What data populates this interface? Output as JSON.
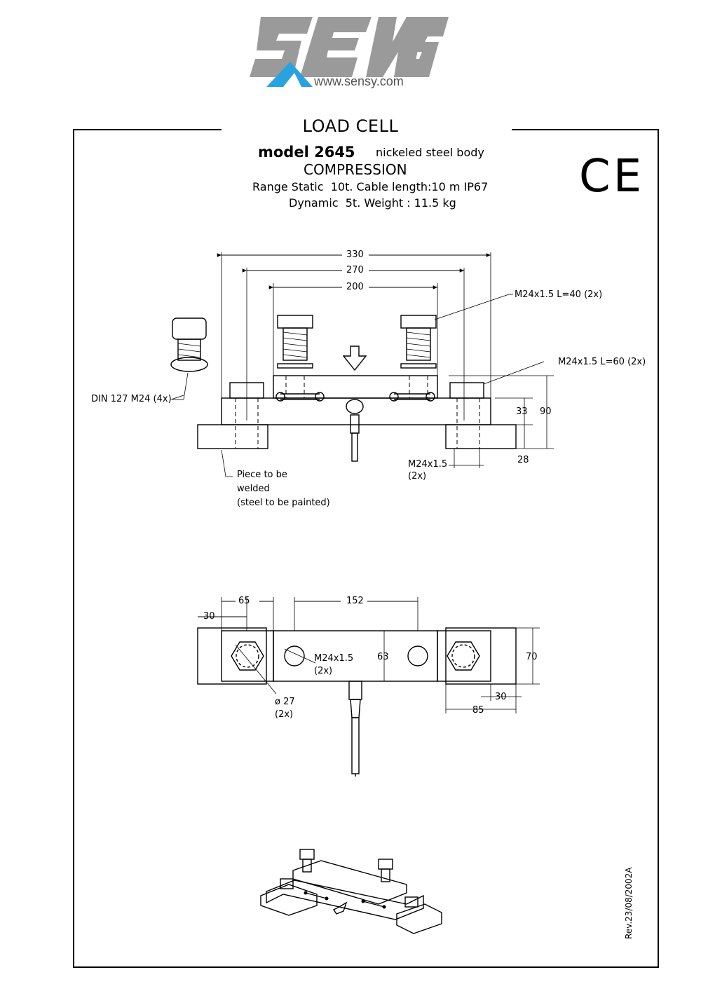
{
  "brand": {
    "url": "www.sensy.com"
  },
  "header": {
    "title": "LOAD CELL",
    "model": "model 2645",
    "body": "nickeled steel body",
    "mode": "COMPRESSION",
    "spec_line1": "Range Static  10t. Cable length:10 m IP67",
    "spec_line2": "Dynamic  5t. Weight : 11.5 kg",
    "cert": "CE"
  },
  "side_view": {
    "dim_330": "330",
    "dim_270": "270",
    "dim_200": "200",
    "bolt_top": "M24x1.5 L=40 (2x)",
    "bolt_side": "M24x1.5 L=60 (2x)",
    "washer": "DIN 127 M24 (4x)",
    "dim_33": "33",
    "dim_90": "90",
    "dim_28": "28",
    "thread": "M24x1.5",
    "thread_count": "(2x)",
    "piece_line1": "Piece to be",
    "piece_line2": "welded",
    "piece_line3": "(steel to be painted)"
  },
  "top_view": {
    "dim_65": "65",
    "dim_152": "152",
    "dim_30_left": "30",
    "dim_63": "63",
    "dim_70": "70",
    "hole": "M24x1.5",
    "hole_count": "(2x)",
    "diam": "ø 27",
    "diam_count": "(2x)",
    "dim_30_right": "30",
    "dim_85": "85"
  },
  "footer": {
    "revision": "Rev.23/08/2002A"
  }
}
